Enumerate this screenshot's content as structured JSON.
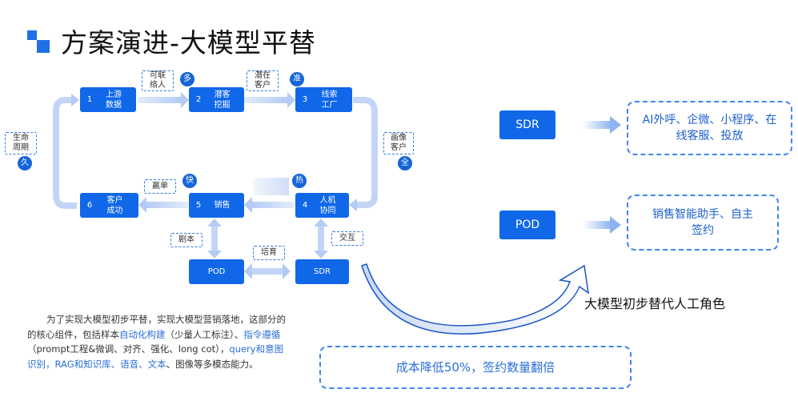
{
  "title": "方案演进-大模型平替",
  "steps": [
    {
      "num": "1",
      "label": "上游\n数据"
    },
    {
      "num": "2",
      "label": "潜客\n挖掘"
    },
    {
      "num": "3",
      "label": "线索\n工厂"
    },
    {
      "num": "4",
      "label": "人机\n协同"
    },
    {
      "num": "5",
      "label": "销售"
    },
    {
      "num": "6",
      "label": "客户\n成功"
    }
  ],
  "bottom_boxes": {
    "pod": "POD",
    "sdr": "SDR"
  },
  "tags": {
    "kexin_ren": "可联\n络人",
    "qianzai_kehu": "潜在\n客户",
    "huaxiang_kehu": "画像\n客户",
    "shengming_zhouqi": "生命\n周期",
    "zedan": "赢单",
    "juben": "剧本",
    "peiyu": "培育",
    "jiaohu": "交互"
  },
  "badges": {
    "duo": "多",
    "zhun": "准",
    "quan": "全",
    "jiu": "久",
    "kuai": "快",
    "re": "热"
  },
  "right": {
    "sdr_label": "SDR",
    "pod_label": "POD",
    "sdr_channels": "AI外呼、企微、小程序、在\n线客服、投放",
    "pod_functions": "销售智能助手、自主\n签约",
    "caption": "大模型初步替代人工角色",
    "result": "成本降低50%，签约数量翻倍"
  },
  "description": {
    "p1": "为了实现大模型初步平替，实现大模型营销落地，这部分的的核心组件，包括样本",
    "h1": "自动化构建",
    "p2": "（少量人工标注）、",
    "h2": "指令遵循",
    "p3": "（prompt工程&微调、对齐、强化、long cot），",
    "h3": "query和意图识别，RAG和知识库、语音、文本",
    "p4": "、图像等多模态能力。"
  },
  "colors": {
    "primary": "#1068e8",
    "dash": "#2e7be6",
    "arrow": "#b9cef5"
  }
}
